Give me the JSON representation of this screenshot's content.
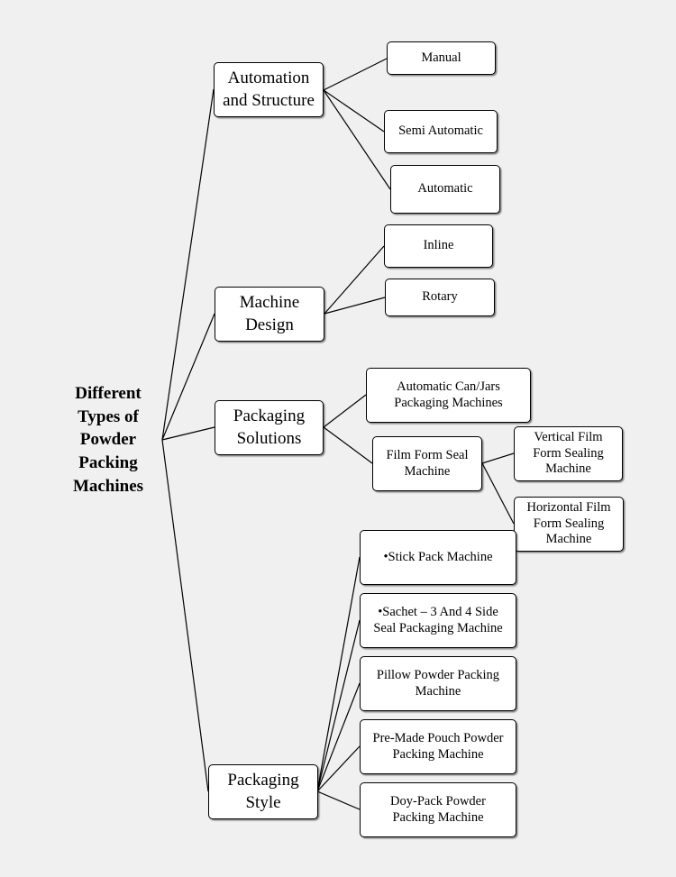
{
  "root": {
    "label": "Different\nTypes of\nPowder\nPacking\nMachines"
  },
  "categories": [
    {
      "label": "Automation\nand Structure",
      "items": [
        "Manual",
        "Semi Automatic",
        "Automatic"
      ]
    },
    {
      "label": "Machine\nDesign",
      "items": [
        "Inline",
        "Rotary"
      ]
    },
    {
      "label": "Packaging\nSolutions",
      "items": [
        "Automatic Can/Jars\nPackaging Machines",
        "Film Form Seal\nMachine"
      ],
      "sub_items": [
        "Vertical  Film\nForm Sealing\nMachine",
        "Horizontal Film\nForm Sealing\nMachine"
      ]
    },
    {
      "label": "Packaging\nStyle",
      "items": [
        "•Stick Pack Machine",
        "•Sachet – 3 And 4 Side\nSeal Packaging Machine",
        "Pillow Powder Packing\nMachine",
        "Pre-Made Pouch Powder\nPacking Machine",
        "Doy-Pack Powder\nPacking Machine"
      ]
    }
  ]
}
